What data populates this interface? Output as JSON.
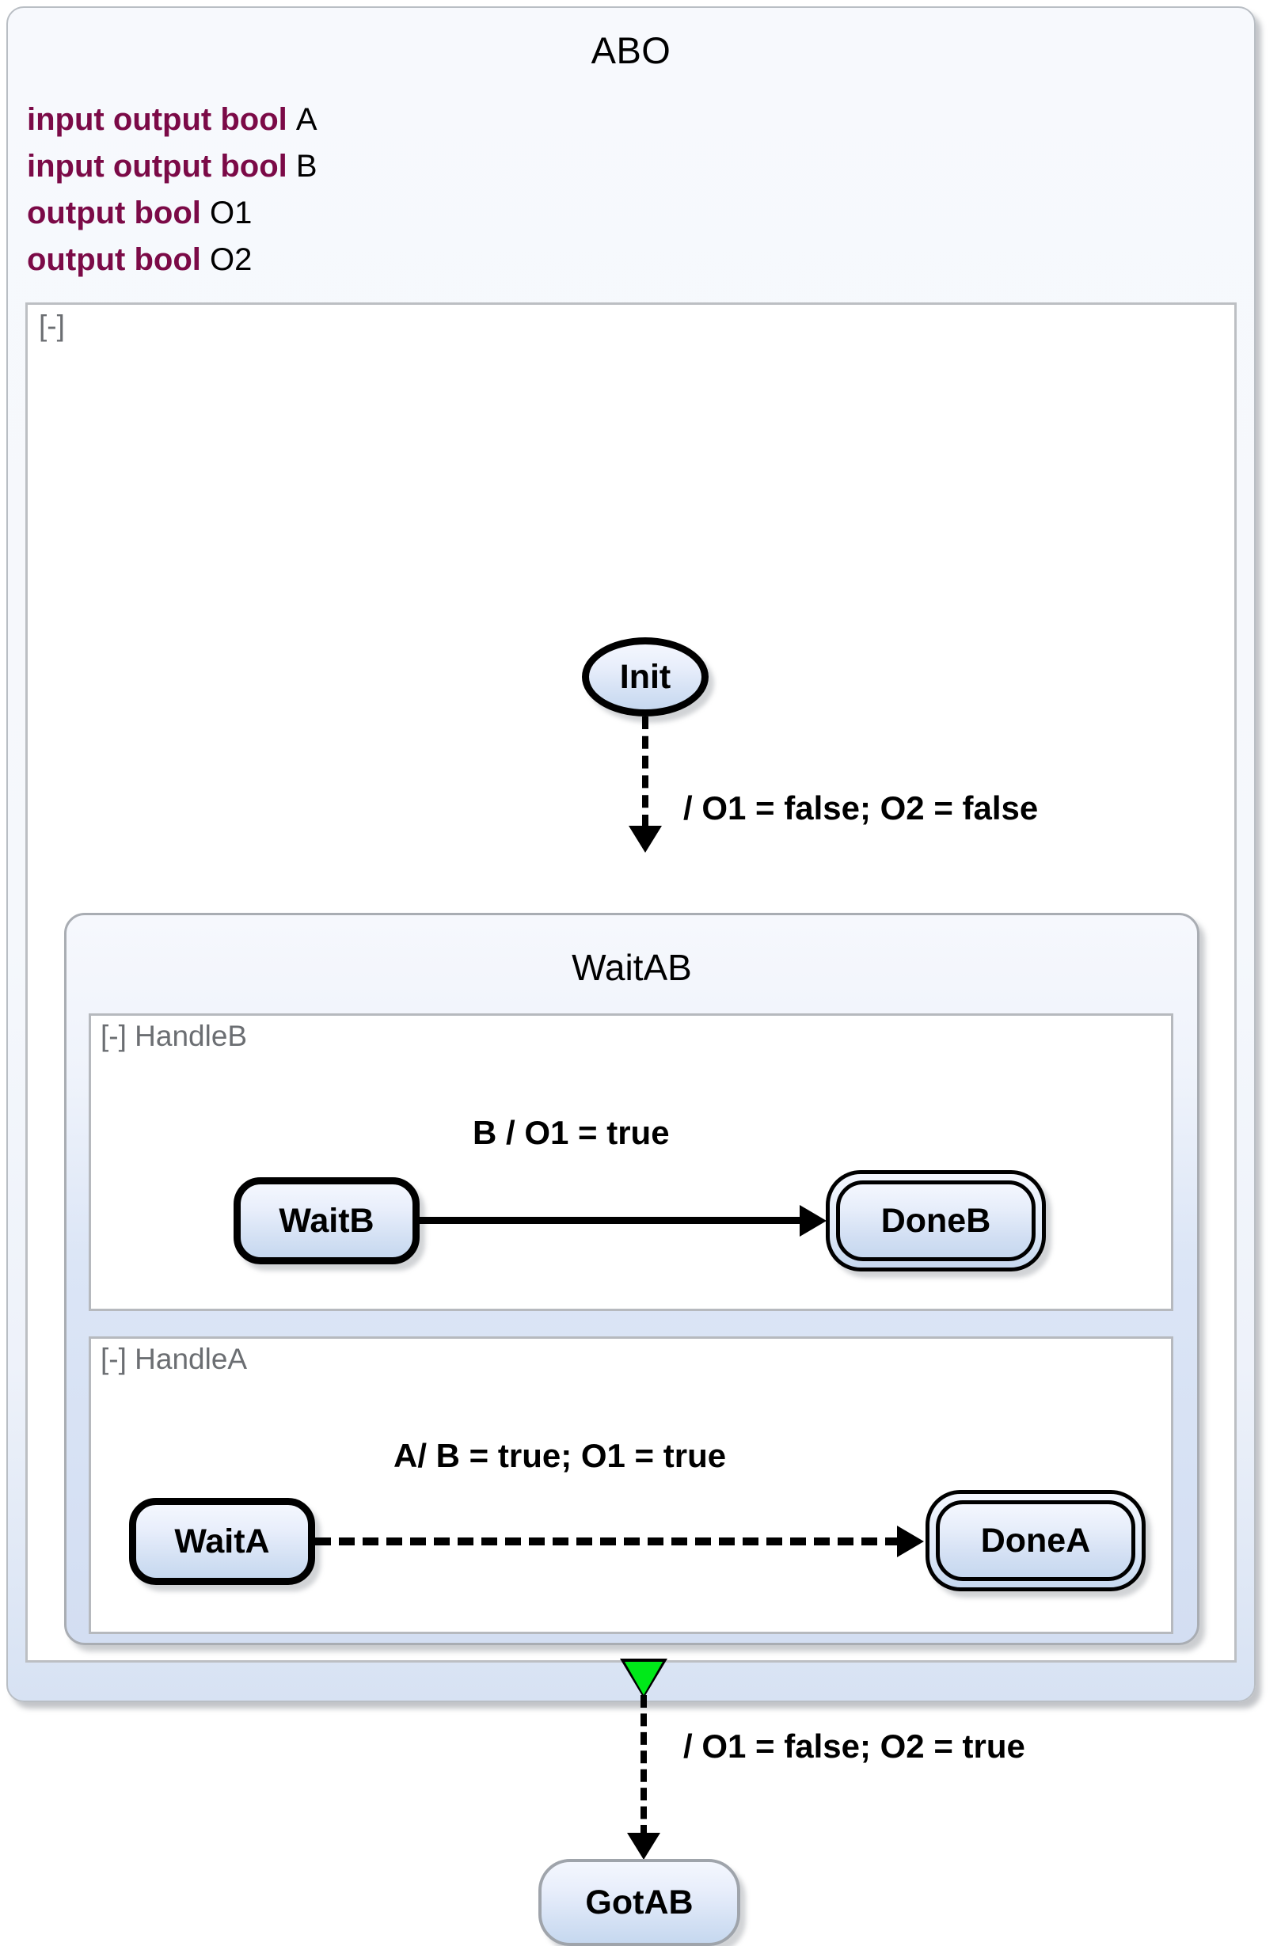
{
  "machine": {
    "title": "ABO",
    "declarations": [
      {
        "keyword": "input output bool",
        "name": "A"
      },
      {
        "keyword": "input output bool",
        "name": "B"
      },
      {
        "keyword": "output bool",
        "name": "O1"
      },
      {
        "keyword": "output bool",
        "name": "O2"
      }
    ]
  },
  "regions": {
    "root_marker": "[-]",
    "handleb_marker": "[-] HandleB",
    "handlea_marker": "[-] HandleA"
  },
  "states": {
    "init": "Init",
    "waitab": "WaitAB",
    "waitb": "WaitB",
    "doneb": "DoneB",
    "waita": "WaitA",
    "donea": "DoneA",
    "gotab": "GotAB"
  },
  "transitions": {
    "init_to_waitab": "/ O1 = false; O2 = false",
    "waitb_to_doneb": "B / O1 = true",
    "waita_to_donea": "A/ B = true; O1 = true",
    "waitab_to_gotab": "/ O1 = false; O2 = true"
  },
  "icons": {
    "exit_marker": "green-exit-triangle",
    "collapse": "collapse-minus-icon"
  },
  "colors": {
    "keyword": "#7b0a47",
    "region_marker": "#6b6e72",
    "panel_bg": "#f5f8fc",
    "composite_bg": "#dbe5f6",
    "node_fill_top": "#f4f7fe",
    "node_fill_bottom": "#c6d8ef",
    "exit_green": "#00e919",
    "border_gray": "#b9bec4",
    "active_border": "#000000"
  }
}
